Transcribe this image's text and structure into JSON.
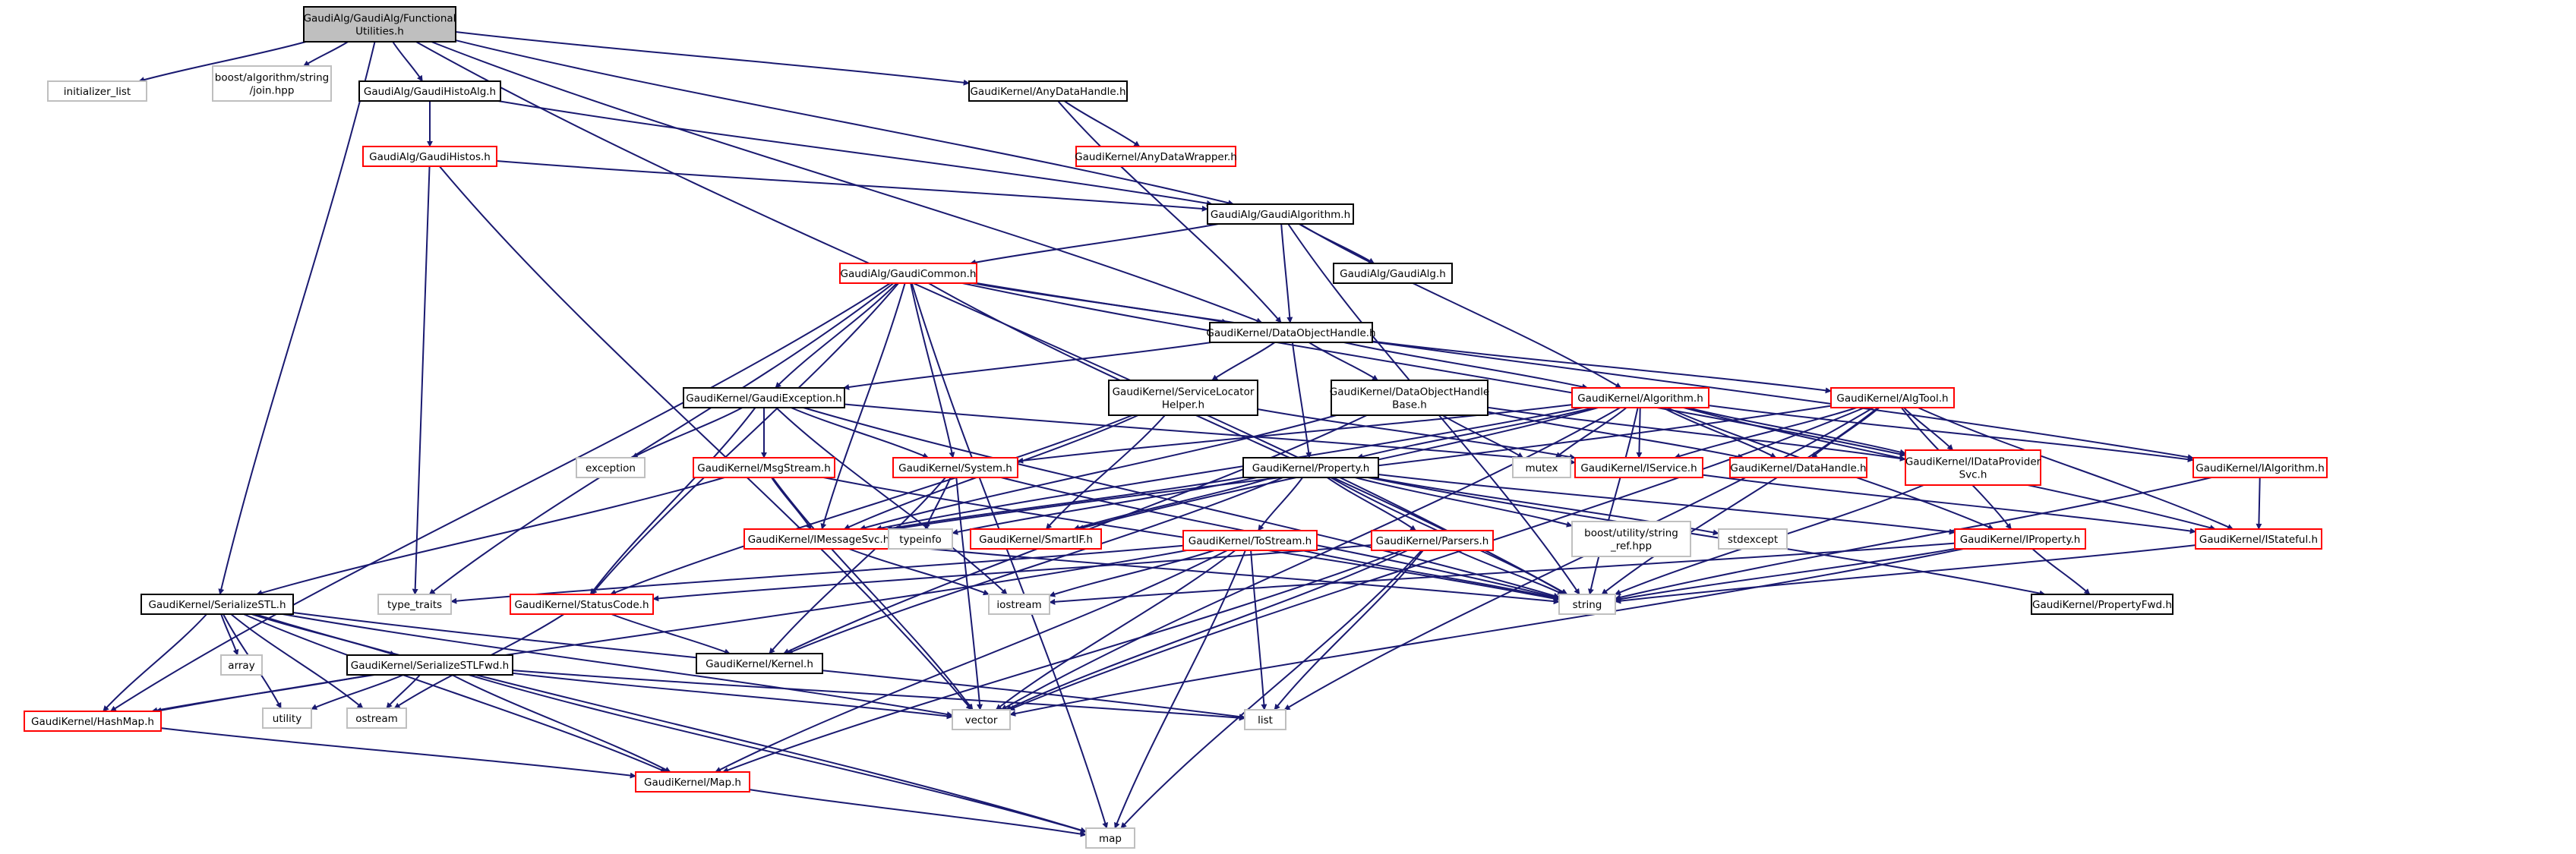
{
  "colors": {
    "edge": "#191970",
    "root_fill": "#bfbfbf",
    "border_black": "#000000",
    "border_red": "#ff0000",
    "border_gray": "#bfbfbf",
    "text": "#000000"
  },
  "nodes": {
    "root": {
      "lines": [
        "GaudiAlg/GaudiAlg/Functional",
        "Utilities.h"
      ],
      "style": "root"
    },
    "initializer_list": {
      "lines": [
        "initializer_list"
      ],
      "style": "gray"
    },
    "boost_join": {
      "lines": [
        "boost/algorithm/string",
        "/join.hpp"
      ],
      "style": "gray"
    },
    "GaudiHistoAlg": {
      "lines": [
        "GaudiAlg/GaudiHistoAlg.h"
      ],
      "style": "black"
    },
    "AnyDataHandle": {
      "lines": [
        "GaudiKernel/AnyDataHandle.h"
      ],
      "style": "black"
    },
    "GaudiHistos": {
      "lines": [
        "GaudiAlg/GaudiHistos.h"
      ],
      "style": "red"
    },
    "AnyDataWrapper": {
      "lines": [
        "GaudiKernel/AnyDataWrapper.h"
      ],
      "style": "red"
    },
    "GaudiAlgorithm": {
      "lines": [
        "GaudiAlg/GaudiAlgorithm.h"
      ],
      "style": "black"
    },
    "GaudiCommon": {
      "lines": [
        "GaudiAlg/GaudiCommon.h"
      ],
      "style": "red"
    },
    "GaudiAlg": {
      "lines": [
        "GaudiAlg/GaudiAlg.h"
      ],
      "style": "black"
    },
    "DataObjectHandle": {
      "lines": [
        "GaudiKernel/DataObjectHandle.h"
      ],
      "style": "black"
    },
    "GaudiException": {
      "lines": [
        "GaudiKernel/GaudiException.h"
      ],
      "style": "black"
    },
    "ServiceLocatorHelper": {
      "lines": [
        "GaudiKernel/ServiceLocator",
        "Helper.h"
      ],
      "style": "black"
    },
    "DataObjectHandleBase": {
      "lines": [
        "GaudiKernel/DataObjectHandle",
        "Base.h"
      ],
      "style": "black"
    },
    "Algorithm": {
      "lines": [
        "GaudiKernel/Algorithm.h"
      ],
      "style": "red"
    },
    "AlgTool": {
      "lines": [
        "GaudiKernel/AlgTool.h"
      ],
      "style": "red"
    },
    "exception": {
      "lines": [
        "exception"
      ],
      "style": "gray"
    },
    "MsgStream": {
      "lines": [
        "GaudiKernel/MsgStream.h"
      ],
      "style": "red"
    },
    "System": {
      "lines": [
        "GaudiKernel/System.h"
      ],
      "style": "red"
    },
    "Property": {
      "lines": [
        "GaudiKernel/Property.h"
      ],
      "style": "black"
    },
    "mutex": {
      "lines": [
        "mutex"
      ],
      "style": "gray"
    },
    "IService": {
      "lines": [
        "GaudiKernel/IService.h"
      ],
      "style": "red"
    },
    "DataHandle": {
      "lines": [
        "GaudiKernel/DataHandle.h"
      ],
      "style": "red"
    },
    "IDataProviderSvc": {
      "lines": [
        "GaudiKernel/IDataProvider",
        "Svc.h"
      ],
      "style": "red"
    },
    "IAlgorithm": {
      "lines": [
        "GaudiKernel/IAlgorithm.h"
      ],
      "style": "red"
    },
    "IMessageSvc": {
      "lines": [
        "GaudiKernel/IMessageSvc.h"
      ],
      "style": "red"
    },
    "typeinfo": {
      "lines": [
        "typeinfo"
      ],
      "style": "gray"
    },
    "SmartIF": {
      "lines": [
        "GaudiKernel/SmartIF.h"
      ],
      "style": "red"
    },
    "boost_string_ref": {
      "lines": [
        "boost/utility/string",
        "_ref.hpp"
      ],
      "style": "gray"
    },
    "stdexcept": {
      "lines": [
        "stdexcept"
      ],
      "style": "gray"
    },
    "IProperty": {
      "lines": [
        "GaudiKernel/IProperty.h"
      ],
      "style": "red"
    },
    "IStateful": {
      "lines": [
        "GaudiKernel/IStateful.h"
      ],
      "style": "red"
    },
    "ToStream": {
      "lines": [
        "GaudiKernel/ToStream.h"
      ],
      "style": "red"
    },
    "Parsers": {
      "lines": [
        "GaudiKernel/Parsers.h"
      ],
      "style": "red"
    },
    "SerializeSTL": {
      "lines": [
        "GaudiKernel/SerializeSTL.h"
      ],
      "style": "black"
    },
    "type_traits": {
      "lines": [
        "type_traits"
      ],
      "style": "gray"
    },
    "StatusCode": {
      "lines": [
        "GaudiKernel/StatusCode.h"
      ],
      "style": "red"
    },
    "iostream": {
      "lines": [
        "iostream"
      ],
      "style": "gray"
    },
    "string": {
      "lines": [
        "string"
      ],
      "style": "gray"
    },
    "PropertyFwd": {
      "lines": [
        "GaudiKernel/PropertyFwd.h"
      ],
      "style": "black"
    },
    "array": {
      "lines": [
        "array"
      ],
      "style": "gray"
    },
    "SerializeSTLFwd": {
      "lines": [
        "GaudiKernel/SerializeSTLFwd.h"
      ],
      "style": "black"
    },
    "Kernel": {
      "lines": [
        "GaudiKernel/Kernel.h"
      ],
      "style": "black"
    },
    "HashMap": {
      "lines": [
        "GaudiKernel/HashMap.h"
      ],
      "style": "red"
    },
    "utility": {
      "lines": [
        "utility"
      ],
      "style": "gray"
    },
    "ostream": {
      "lines": [
        "ostream"
      ],
      "style": "gray"
    },
    "vector": {
      "lines": [
        "vector"
      ],
      "style": "gray"
    },
    "list": {
      "lines": [
        "list"
      ],
      "style": "gray"
    },
    "Map": {
      "lines": [
        "GaudiKernel/Map.h"
      ],
      "style": "red"
    },
    "map": {
      "lines": [
        "map"
      ],
      "style": "gray"
    }
  },
  "edges": [
    [
      "root",
      "initializer_list"
    ],
    [
      "root",
      "boost_join"
    ],
    [
      "root",
      "GaudiHistoAlg"
    ],
    [
      "root",
      "AnyDataHandle"
    ],
    [
      "root",
      "GaudiAlgorithm"
    ],
    [
      "root",
      "DataObjectHandle"
    ],
    [
      "root",
      "SerializeSTL"
    ],
    [
      "root",
      "string"
    ],
    [
      "GaudiHistoAlg",
      "GaudiHistos"
    ],
    [
      "GaudiHistoAlg",
      "GaudiAlgorithm"
    ],
    [
      "GaudiHistos",
      "GaudiAlgorithm"
    ],
    [
      "GaudiHistos",
      "type_traits"
    ],
    [
      "GaudiHistos",
      "vector"
    ],
    [
      "AnyDataHandle",
      "AnyDataWrapper"
    ],
    [
      "AnyDataHandle",
      "DataObjectHandle"
    ],
    [
      "GaudiAlgorithm",
      "GaudiCommon"
    ],
    [
      "GaudiAlgorithm",
      "GaudiAlg"
    ],
    [
      "GaudiAlgorithm",
      "DataObjectHandle"
    ],
    [
      "GaudiAlgorithm",
      "Algorithm"
    ],
    [
      "GaudiAlgorithm",
      "string"
    ],
    [
      "GaudiCommon",
      "DataObjectHandle"
    ],
    [
      "GaudiCommon",
      "GaudiException"
    ],
    [
      "GaudiCommon",
      "System"
    ],
    [
      "GaudiCommon",
      "IMessageSvc"
    ],
    [
      "GaudiCommon",
      "IDataProviderSvc"
    ],
    [
      "GaudiCommon",
      "IAlgorithm"
    ],
    [
      "GaudiCommon",
      "HashMap"
    ],
    [
      "GaudiCommon",
      "StatusCode"
    ],
    [
      "GaudiCommon",
      "type_traits"
    ],
    [
      "GaudiCommon",
      "map"
    ],
    [
      "GaudiCommon",
      "string"
    ],
    [
      "DataObjectHandle",
      "GaudiException"
    ],
    [
      "DataObjectHandle",
      "ServiceLocatorHelper"
    ],
    [
      "DataObjectHandle",
      "DataObjectHandleBase"
    ],
    [
      "DataObjectHandle",
      "Algorithm"
    ],
    [
      "DataObjectHandle",
      "AlgTool"
    ],
    [
      "DataObjectHandle",
      "Property"
    ],
    [
      "GaudiException",
      "exception"
    ],
    [
      "GaudiException",
      "MsgStream"
    ],
    [
      "GaudiException",
      "System"
    ],
    [
      "GaudiException",
      "StatusCode"
    ],
    [
      "GaudiException",
      "IService"
    ],
    [
      "GaudiException",
      "string"
    ],
    [
      "GaudiException",
      "iostream"
    ],
    [
      "ServiceLocatorHelper",
      "IMessageSvc"
    ],
    [
      "ServiceLocatorHelper",
      "SmartIF"
    ],
    [
      "ServiceLocatorHelper",
      "StatusCode"
    ],
    [
      "ServiceLocatorHelper",
      "IService"
    ],
    [
      "DataObjectHandleBase",
      "DataHandle"
    ],
    [
      "DataObjectHandleBase",
      "IMessageSvc"
    ],
    [
      "DataObjectHandleBase",
      "mutex"
    ],
    [
      "DataObjectHandleBase",
      "IDataProviderSvc"
    ],
    [
      "DataObjectHandleBase",
      "Kernel"
    ],
    [
      "Algorithm",
      "Property"
    ],
    [
      "Algorithm",
      "System"
    ],
    [
      "Algorithm",
      "mutex"
    ],
    [
      "Algorithm",
      "IService"
    ],
    [
      "Algorithm",
      "DataHandle"
    ],
    [
      "Algorithm",
      "IDataProviderSvc"
    ],
    [
      "Algorithm",
      "IAlgorithm"
    ],
    [
      "Algorithm",
      "IStateful"
    ],
    [
      "Algorithm",
      "IMessageSvc"
    ],
    [
      "Algorithm",
      "SmartIF"
    ],
    [
      "Algorithm",
      "string"
    ],
    [
      "Algorithm",
      "vector"
    ],
    [
      "Algorithm",
      "IProperty"
    ],
    [
      "AlgTool",
      "IService"
    ],
    [
      "AlgTool",
      "DataHandle"
    ],
    [
      "AlgTool",
      "IDataProviderSvc"
    ],
    [
      "AlgTool",
      "IStateful"
    ],
    [
      "AlgTool",
      "IProperty"
    ],
    [
      "AlgTool",
      "string"
    ],
    [
      "AlgTool",
      "list"
    ],
    [
      "AlgTool",
      "vector"
    ],
    [
      "AlgTool",
      "IMessageSvc"
    ],
    [
      "MsgStream",
      "IMessageSvc"
    ],
    [
      "MsgStream",
      "SerializeSTL"
    ],
    [
      "MsgStream",
      "string"
    ],
    [
      "MsgStream",
      "vector"
    ],
    [
      "System",
      "typeinfo"
    ],
    [
      "System",
      "Kernel"
    ],
    [
      "System",
      "vector"
    ],
    [
      "System",
      "string"
    ],
    [
      "Property",
      "IProperty"
    ],
    [
      "Property",
      "ToStream"
    ],
    [
      "Property",
      "Parsers"
    ],
    [
      "Property",
      "IMessageSvc"
    ],
    [
      "Property",
      "SmartIF"
    ],
    [
      "Property",
      "boost_string_ref"
    ],
    [
      "Property",
      "stdexcept"
    ],
    [
      "Property",
      "string"
    ],
    [
      "Property",
      "typeinfo"
    ],
    [
      "Property",
      "Kernel"
    ],
    [
      "Property",
      "PropertyFwd"
    ],
    [
      "IService",
      "IStateful"
    ],
    [
      "IAlgorithm",
      "IStateful"
    ],
    [
      "IAlgorithm",
      "string"
    ],
    [
      "IStateful",
      "string"
    ],
    [
      "IDataProviderSvc",
      "string"
    ],
    [
      "IMessageSvc",
      "string"
    ],
    [
      "IMessageSvc",
      "iostream"
    ],
    [
      "IProperty",
      "PropertyFwd"
    ],
    [
      "IProperty",
      "string"
    ],
    [
      "IProperty",
      "vector"
    ],
    [
      "IProperty",
      "iostream"
    ],
    [
      "ToStream",
      "iostream"
    ],
    [
      "ToStream",
      "list"
    ],
    [
      "ToStream",
      "vector"
    ],
    [
      "ToStream",
      "map"
    ],
    [
      "ToStream",
      "Map"
    ],
    [
      "ToStream",
      "HashMap"
    ],
    [
      "ToStream",
      "string"
    ],
    [
      "ToStream",
      "type_traits"
    ],
    [
      "Parsers",
      "string"
    ],
    [
      "Parsers",
      "list"
    ],
    [
      "Parsers",
      "vector"
    ],
    [
      "Parsers",
      "map"
    ],
    [
      "Parsers",
      "Map"
    ],
    [
      "Parsers",
      "StatusCode"
    ],
    [
      "SerializeSTL",
      "SerializeSTLFwd"
    ],
    [
      "SerializeSTL",
      "HashMap"
    ],
    [
      "SerializeSTL",
      "array"
    ],
    [
      "SerializeSTL",
      "utility"
    ],
    [
      "SerializeSTL",
      "ostream"
    ],
    [
      "SerializeSTL",
      "vector"
    ],
    [
      "SerializeSTL",
      "list"
    ],
    [
      "SerializeSTL",
      "Map"
    ],
    [
      "SerializeSTL",
      "map"
    ],
    [
      "SerializeSTLFwd",
      "utility"
    ],
    [
      "SerializeSTLFwd",
      "ostream"
    ],
    [
      "SerializeSTLFwd",
      "vector"
    ],
    [
      "SerializeSTLFwd",
      "list"
    ],
    [
      "SerializeSTLFwd",
      "Map"
    ],
    [
      "SerializeSTLFwd",
      "map"
    ],
    [
      "SerializeSTLFwd",
      "HashMap"
    ],
    [
      "StatusCode",
      "Kernel"
    ],
    [
      "StatusCode",
      "ostream"
    ],
    [
      "HashMap",
      "Map"
    ],
    [
      "Map",
      "map"
    ]
  ]
}
